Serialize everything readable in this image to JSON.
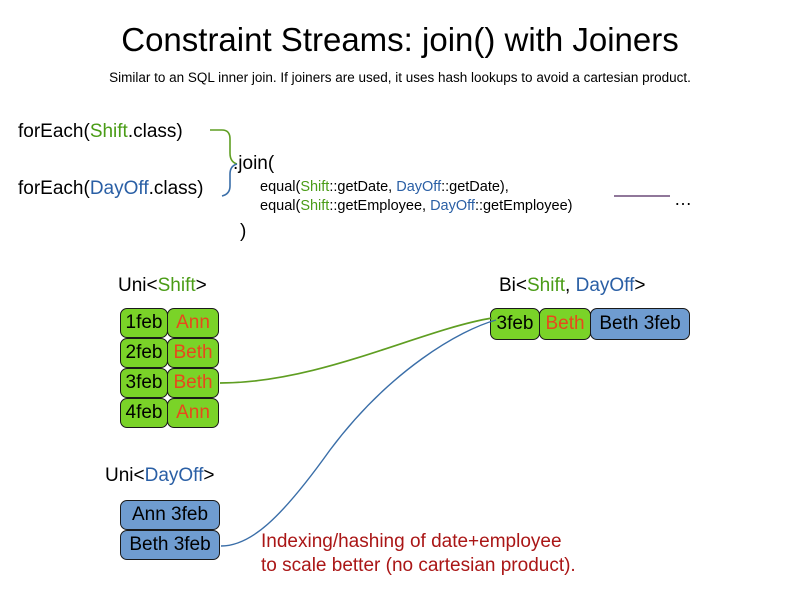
{
  "header": {
    "title": "Constraint Streams: join() with Joiners",
    "subtitle": "Similar to an SQL inner join. If joiners are used, it uses hash lookups to avoid a cartesian product."
  },
  "code": {
    "foreach_shift": {
      "prefix": "forEach(",
      "type": "Shift",
      "suffix": ".class)"
    },
    "foreach_dayoff": {
      "prefix": "forEach(",
      "type": "DayOff",
      "suffix": ".class)"
    },
    "join_open": ".join(",
    "join_close": ")",
    "joiners": [
      {
        "fn": "equal(",
        "left_type": "Shift",
        "left_ref": "::getDate, ",
        "right_type": "DayOff",
        "right_ref": "::getDate),",
        "full": "equal(Shift::getDate, DayOff::getDate),"
      },
      {
        "fn": "equal(",
        "left_type": "Shift",
        "left_ref": "::getEmployee, ",
        "right_type": "DayOff",
        "right_ref": "::getEmployee)",
        "full": "equal(Shift::getEmployee, DayOff::getEmployee)"
      }
    ],
    "ellipsis": "…"
  },
  "streams": {
    "uni_shift": {
      "caption_prefix": "Uni<",
      "caption_type": "Shift",
      "caption_suffix": ">",
      "rows": [
        {
          "date": "1feb",
          "employee": "Ann"
        },
        {
          "date": "2feb",
          "employee": "Beth"
        },
        {
          "date": "3feb",
          "employee": "Beth"
        },
        {
          "date": "4feb",
          "employee": "Ann"
        }
      ]
    },
    "uni_dayoff": {
      "caption_prefix": "Uni<",
      "caption_type": "DayOff",
      "caption_suffix": ">",
      "rows": [
        {
          "label": "Ann 3feb"
        },
        {
          "label": "Beth 3feb"
        }
      ]
    },
    "bi": {
      "caption_prefix": "Bi<",
      "caption_type_a": "Shift",
      "caption_separator": ", ",
      "caption_type_b": "DayOff",
      "caption_suffix": ">",
      "row": {
        "date": "3feb",
        "employee": "Beth",
        "dayoff": "Beth 3feb"
      }
    }
  },
  "annotation": {
    "text": "Indexing/hashing of date+employee\nto scale better (no cartesian product)."
  },
  "colors": {
    "shift_green": "#4a9c16",
    "dayoff_blue": "#2a5fa5",
    "chip_green_fill": "#7ad328",
    "chip_blue_fill": "#6f9cd0",
    "name_orange": "#e8491c",
    "annotation_red": "#aa1616",
    "connector_green": "#5f9e22",
    "connector_blue": "#3a6ea8",
    "rule_purple": "#6b4a78"
  }
}
